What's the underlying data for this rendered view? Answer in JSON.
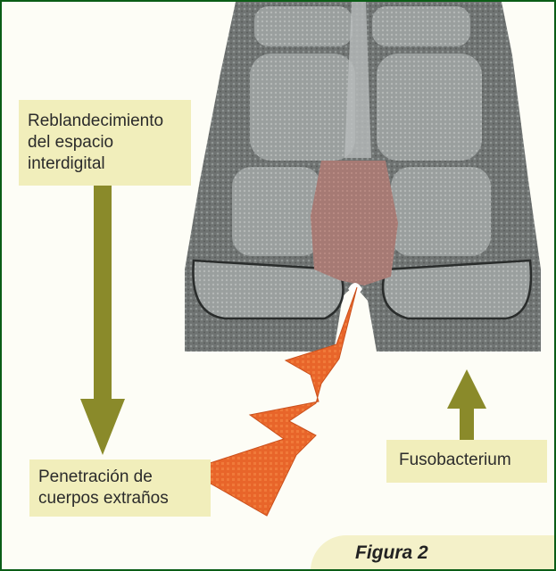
{
  "labels": {
    "softening": [
      "Reblandecimiento",
      "del espacio",
      "interdigital"
    ],
    "penetration": [
      "Penetración de",
      "cuerpos extraños"
    ],
    "bacterium": "Fusobacterium"
  },
  "figure_caption": "Figura 2",
  "colors": {
    "border": "#0b5d16",
    "label_bg": "#f1eebb",
    "arrow": "#8a8a2a",
    "lightning": "#e8652a",
    "lesion": "#a67a74"
  },
  "icons": {
    "hoof": "hoof-xray-illustration",
    "lightning": "lightning-bolt-icon",
    "down_arrow": "arrow-down-icon",
    "up_arrow": "arrow-up-icon"
  }
}
